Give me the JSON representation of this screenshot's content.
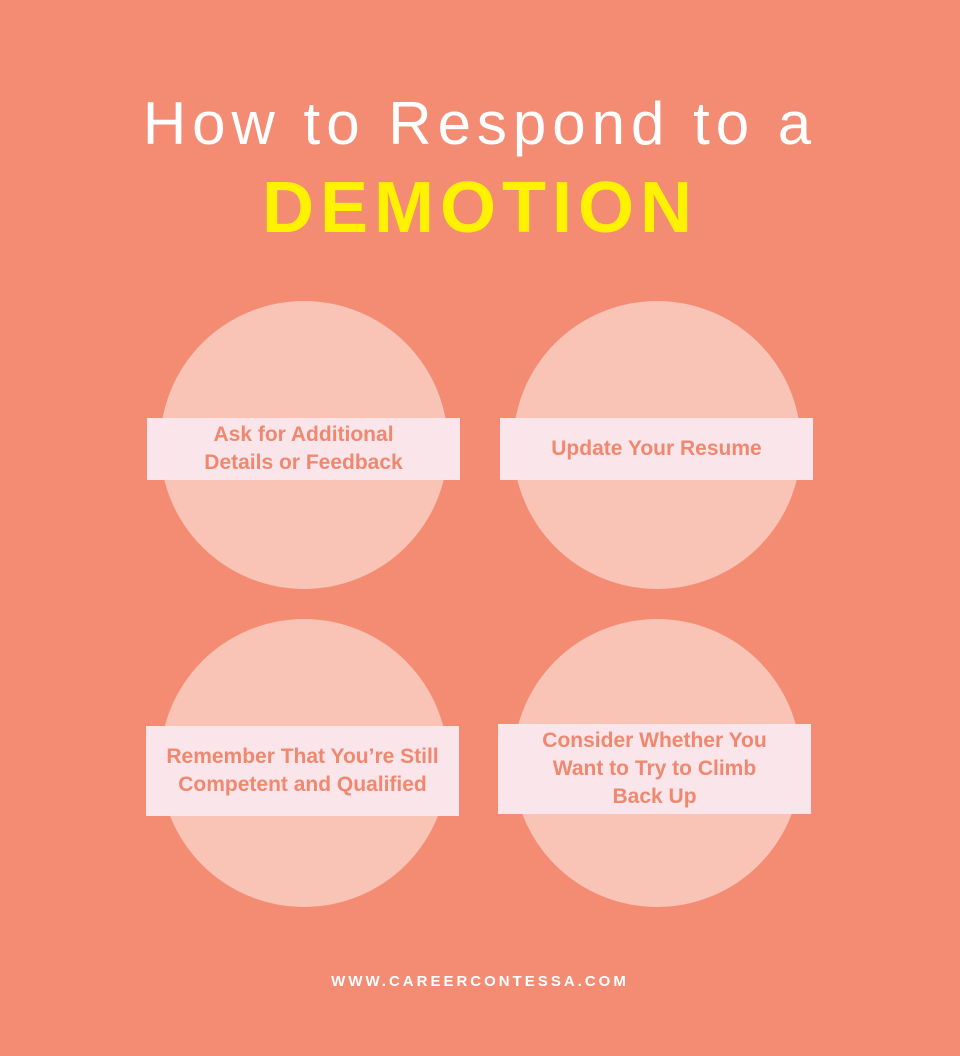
{
  "header": {
    "line1": "How to Respond to a",
    "line2": "DEMOTION"
  },
  "tips": [
    {
      "text": "Ask for Additional Details or Feedback"
    },
    {
      "text": "Update Your Resume"
    },
    {
      "text": "Remember That You’re Still Competent and Qualified"
    },
    {
      "text": "Consider Whether You Want to Try to Climb Back Up"
    }
  ],
  "footer": {
    "url": "WWW.CAREERCONTESSA.COM"
  },
  "colors": {
    "background": "#f48c73",
    "circle": "#f9c4b6",
    "label_bg": "#f9e5ea",
    "label_text": "#f08870",
    "accent": "#fff200"
  }
}
